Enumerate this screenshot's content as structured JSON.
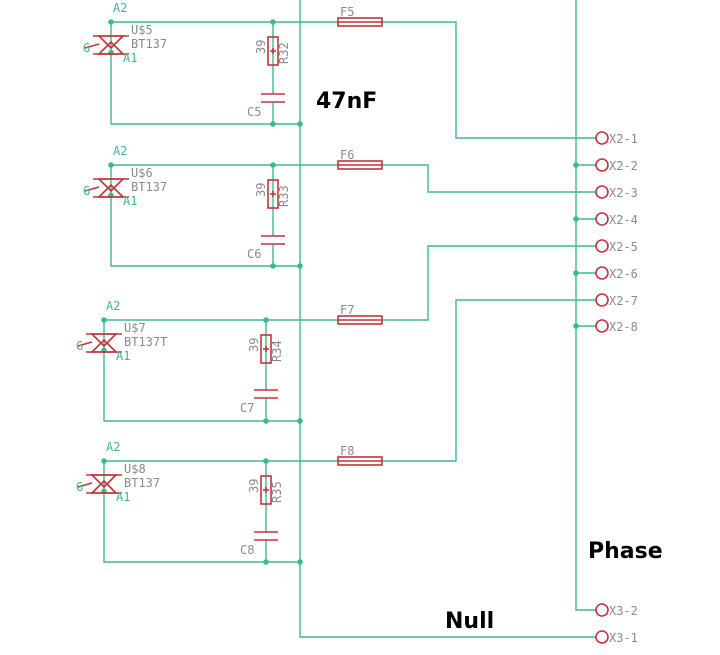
{
  "channels": [
    {
      "triac": "U$5",
      "type": "BT137",
      "resistor": "R32",
      "res_value": "39",
      "capacitor": "C5",
      "fuse": "F5",
      "a2": "A2",
      "a1": "A1",
      "g": "G"
    },
    {
      "triac": "U$6",
      "type": "BT137",
      "resistor": "R33",
      "res_value": "39",
      "capacitor": "C6",
      "fuse": "F6",
      "a2": "A2",
      "a1": "A1",
      "g": "G"
    },
    {
      "triac": "U$7",
      "type": "BT137T",
      "resistor": "R34",
      "res_value": "39",
      "capacitor": "C7",
      "fuse": "F7",
      "a2": "A2",
      "a1": "A1",
      "g": "G"
    },
    {
      "triac": "U$8",
      "type": "BT137",
      "resistor": "R35",
      "res_value": "39",
      "capacitor": "C8",
      "fuse": "F8",
      "a2": "A2",
      "a1": "A1",
      "g": "G"
    }
  ],
  "connector_x2": [
    "X2-1",
    "X2-2",
    "X2-3",
    "X2-4",
    "X2-5",
    "X2-6",
    "X2-7",
    "X2-8"
  ],
  "connector_x3": [
    "X3-2",
    "X3-1"
  ],
  "annotations": {
    "capacitance": "47nF",
    "phase": "Phase",
    "null": "Null"
  },
  "colors": {
    "wire": "#3fb88f",
    "part": "#c0353b",
    "label": "#8a8a8a"
  }
}
